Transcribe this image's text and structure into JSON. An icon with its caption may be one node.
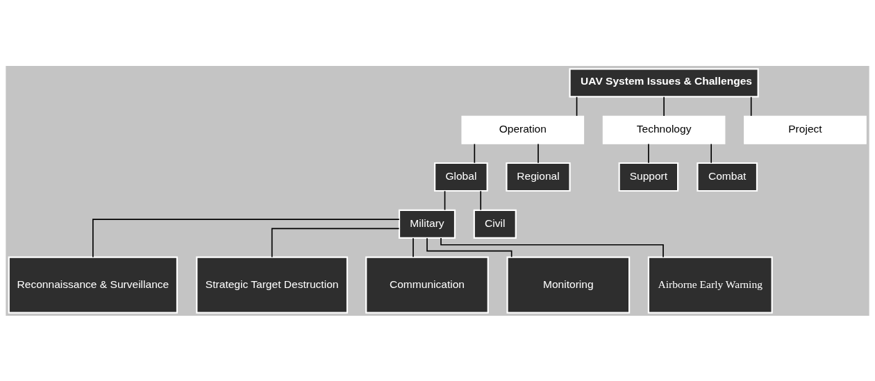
{
  "diagram": {
    "nodes": [
      {
        "text": [
          "UAV System Issues & Challenges"
        ]
      },
      {
        "text": [
          "Operation"
        ]
      },
      {
        "text": [
          "Technology"
        ]
      },
      {
        "text": [
          "Project"
        ]
      },
      {
        "text": [
          "Global"
        ]
      },
      {
        "text": [
          "Regional"
        ]
      },
      {
        "text": [
          "Support"
        ]
      },
      {
        "text": [
          "Combat"
        ]
      },
      {
        "text": [
          "Military"
        ]
      },
      {
        "text": [
          "Civil"
        ]
      },
      {
        "text": [
          "Reconnaissance & Surveillance"
        ]
      },
      {
        "text": [
          "Strategic Target Destruction"
        ]
      },
      {
        "text": [
          "Communication"
        ]
      },
      {
        "text": [
          "Monitoring"
        ]
      },
      {
        "text": [
          "Airborne Early Warning"
        ]
      }
    ],
    "edges": [
      {
        "from": 0,
        "to": 1,
        "arrow": "none"
      },
      {
        "from": 0,
        "to": 2,
        "arrow": "none"
      },
      {
        "from": 0,
        "to": 3,
        "arrow": "none"
      },
      {
        "from": 1,
        "to": 4,
        "arrow": "none"
      },
      {
        "from": 1,
        "to": 5,
        "arrow": "none"
      },
      {
        "from": 2,
        "to": 6,
        "arrow": "none"
      },
      {
        "from": 2,
        "to": 7,
        "arrow": "none"
      },
      {
        "from": 4,
        "to": 8,
        "arrow": "none"
      },
      {
        "from": 4,
        "to": 9,
        "arrow": "none"
      },
      {
        "from": 8,
        "to": 10,
        "arrow": "none"
      },
      {
        "from": 8,
        "to": 11,
        "arrow": "none"
      },
      {
        "from": 8,
        "to": 12,
        "arrow": "none"
      },
      {
        "from": 8,
        "to": 13,
        "arrow": "none"
      },
      {
        "from": 8,
        "to": 14,
        "arrow": "none"
      }
    ]
  }
}
